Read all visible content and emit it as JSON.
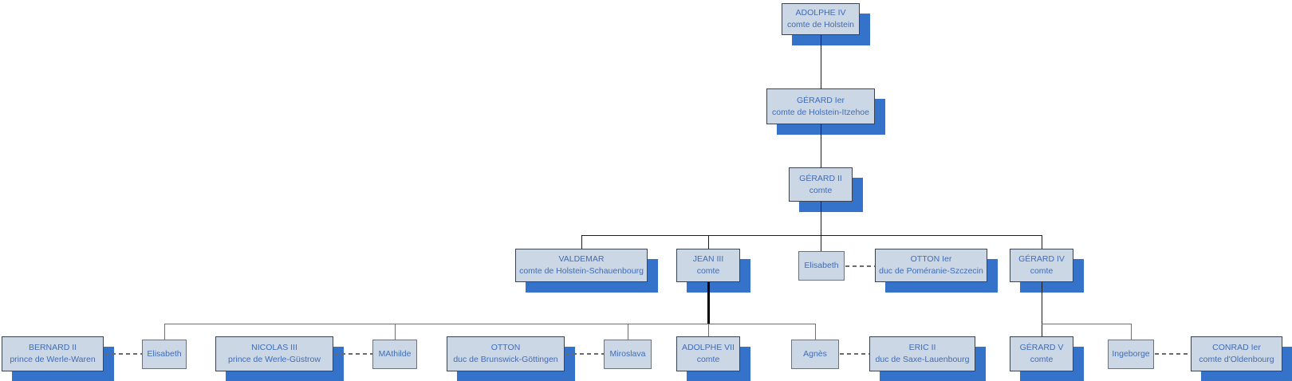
{
  "colors": {
    "box_fill": "#ccd7e5",
    "box_border_dark": "#3a4350",
    "box_border_spouse": "#6d737c",
    "shadow_blue": "#3573cb",
    "text_blue": "#3e6cb8",
    "connector_dark": "#1c1c1c",
    "connector_gray": "#6e6e6e",
    "background": "#ffffff"
  },
  "nodes": {
    "adolphe4": {
      "name": "ADOLPHE IV",
      "title": "comte de Holstein"
    },
    "gerard1": {
      "name": "GÉRARD Ier",
      "title": "comte de Holstein-Itzehoe"
    },
    "gerard2": {
      "name": "GÉRARD II",
      "title": "comte"
    },
    "valdemar": {
      "name": "VALDEMAR",
      "title": "comte de Holstein-Schauenbourg"
    },
    "jean3": {
      "name": "JEAN III",
      "title": "comte"
    },
    "elisabeth_holstein": {
      "name": "Elisabeth"
    },
    "otton1": {
      "name": "OTTON Ier",
      "title": "duc de Poméranie-Szczecin"
    },
    "gerard4": {
      "name": "GÉRARD IV",
      "title": "comte"
    },
    "bernard2": {
      "name": "BERNARD II",
      "title": "prince de Werle-Waren"
    },
    "elisabeth": {
      "name": "Elisabeth"
    },
    "nicolas3": {
      "name": "NICOLAS III",
      "title": "prince de Werle-Güstrow"
    },
    "mathilde": {
      "name": "MAthilde"
    },
    "otton_brunswick": {
      "name": "OTTON",
      "title": "duc de Brunswick-Göttingen"
    },
    "miroslava": {
      "name": "Miroslava"
    },
    "adolphe7": {
      "name": "ADOLPHE VII",
      "title": "comte"
    },
    "agnes": {
      "name": "Agnès"
    },
    "eric2": {
      "name": "ERIC II",
      "title": "duc de Saxe-Lauenbourg"
    },
    "gerard5": {
      "name": "GÉRARD V",
      "title": "comte"
    },
    "ingeborge": {
      "name": "Ingeborge"
    },
    "conrad1": {
      "name": "CONRAD Ier",
      "title": "comte d'Oldenbourg"
    }
  },
  "structure": {
    "lineage": [
      {
        "parent": "adolphe4",
        "children": [
          "gerard1"
        ]
      },
      {
        "parent": "gerard1",
        "children": [
          "gerard2"
        ]
      },
      {
        "parent": "gerard2",
        "children": [
          "valdemar",
          "jean3",
          "elisabeth_holstein",
          "gerard4"
        ]
      },
      {
        "parent": "jean3",
        "children": [
          "elisabeth",
          "mathilde",
          "miroslava",
          "adolphe7",
          "agnes"
        ]
      },
      {
        "parent": "gerard4",
        "children": [
          "gerard5",
          "ingeborge"
        ]
      }
    ],
    "marriages": [
      [
        "elisabeth_holstein",
        "otton1"
      ],
      [
        "bernard2",
        "elisabeth"
      ],
      [
        "nicolas3",
        "mathilde"
      ],
      [
        "otton_brunswick",
        "miroslava"
      ],
      [
        "agnes",
        "eric2"
      ],
      [
        "ingeborge",
        "conrad1"
      ]
    ]
  }
}
